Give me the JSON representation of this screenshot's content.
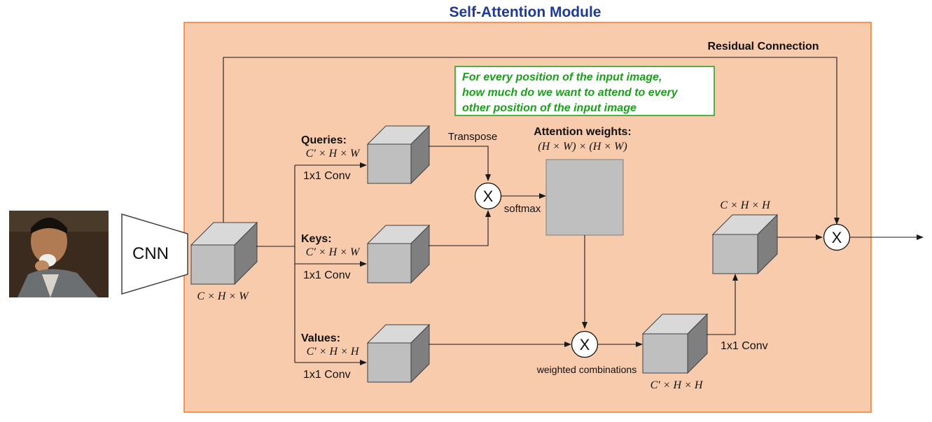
{
  "title": "Self-Attention Module",
  "input_image": {
    "description_icon": "person-eating-photo"
  },
  "cnn": {
    "label": "CNN"
  },
  "input_tensor": {
    "dims": "C × H × W"
  },
  "residual": {
    "label": "Residual Connection"
  },
  "note": {
    "lines": [
      "For every position of the input image,",
      "how much do we want to attend to every",
      "other position of the input image"
    ]
  },
  "queries": {
    "label": "Queries:",
    "dims": "C′ × H × W",
    "conv": "1x1 Conv",
    "transpose": "Transpose"
  },
  "keys": {
    "label": "Keys:",
    "dims": "C′ × H × W",
    "conv": "1x1 Conv"
  },
  "values": {
    "label": "Values:",
    "dims": "C′ × H × H",
    "conv": "1x1 Conv"
  },
  "attention": {
    "label": "Attention weights:",
    "dims": "(H × W) × (H × W)",
    "softmax": "softmax"
  },
  "weighted": {
    "label": "weighted combinations",
    "dims": "C′ × H × H",
    "conv": "1x1 Conv"
  },
  "output_tensor": {
    "dims": "C × H × H"
  },
  "multiply_symbol": "X",
  "colors": {
    "module_fill": "#f8cbad",
    "module_border": "#ed7d31",
    "title": "#1f3b8f",
    "note_text": "#1aa01a",
    "note_border": "#1aa01a",
    "cube_front": "#bfbfbf",
    "cube_top": "#d9d9d9",
    "cube_side": "#7f7f7f"
  }
}
